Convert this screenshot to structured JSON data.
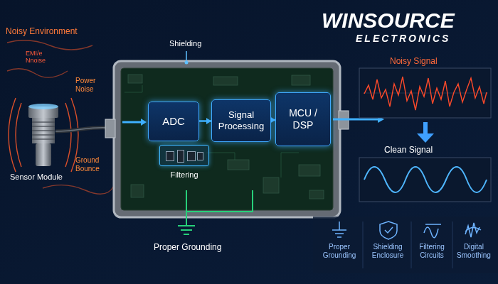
{
  "diagram": {
    "nodes": [
      {
        "text": [
          "ADC"
        ]
      },
      {
        "text": [
          "Signal Processing"
        ]
      },
      {
        "text": [
          "MCU / DSP"
        ]
      },
      {
        "text": [
          "Filtering"
        ]
      }
    ],
    "edges": [
      {
        "from": 0,
        "to": 1,
        "arrow": "to"
      },
      {
        "from": 1,
        "to": 2,
        "arrow": "to"
      }
    ],
    "labels": [
      "Noisy Environment",
      "EMI/e Nnoise",
      "Power Noise",
      "Ground Bounce",
      "Sensor Module",
      "Shielding",
      "Proper Grounding",
      "WINSOURCE",
      "ELECTRONICS",
      "Noisy Signal",
      "Clean Signal",
      "Proper Grounding",
      "Shielding Enclosure",
      "Filtering Circuits",
      "Digital Smoothing"
    ]
  }
}
